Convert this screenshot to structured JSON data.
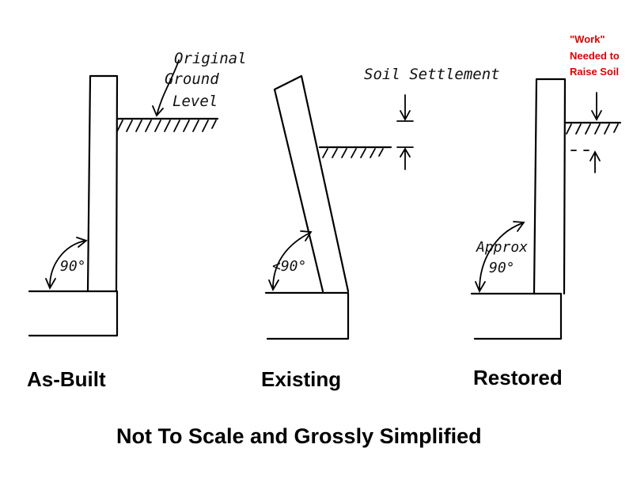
{
  "panels": {
    "as_built": {
      "caption": "As-Built",
      "angle_label": "90°",
      "ground_label_line1": "Original",
      "ground_label_line2": "Ground",
      "ground_label_line3": "Level"
    },
    "existing": {
      "caption": "Existing",
      "angle_label": "<90°",
      "settlement_label": "Soil Settlement"
    },
    "restored": {
      "caption": "Restored",
      "angle_label_line1": "Approx",
      "angle_label_line2": "90°",
      "work_line1": "\"Work\"",
      "work_line2": "Needed to",
      "work_line3": "Raise Soil"
    }
  },
  "footer": {
    "note": "Not To Scale and Grossly Simplified"
  },
  "colors": {
    "ink": "#000000",
    "work_note": "#e00000",
    "background": "#ffffff"
  }
}
